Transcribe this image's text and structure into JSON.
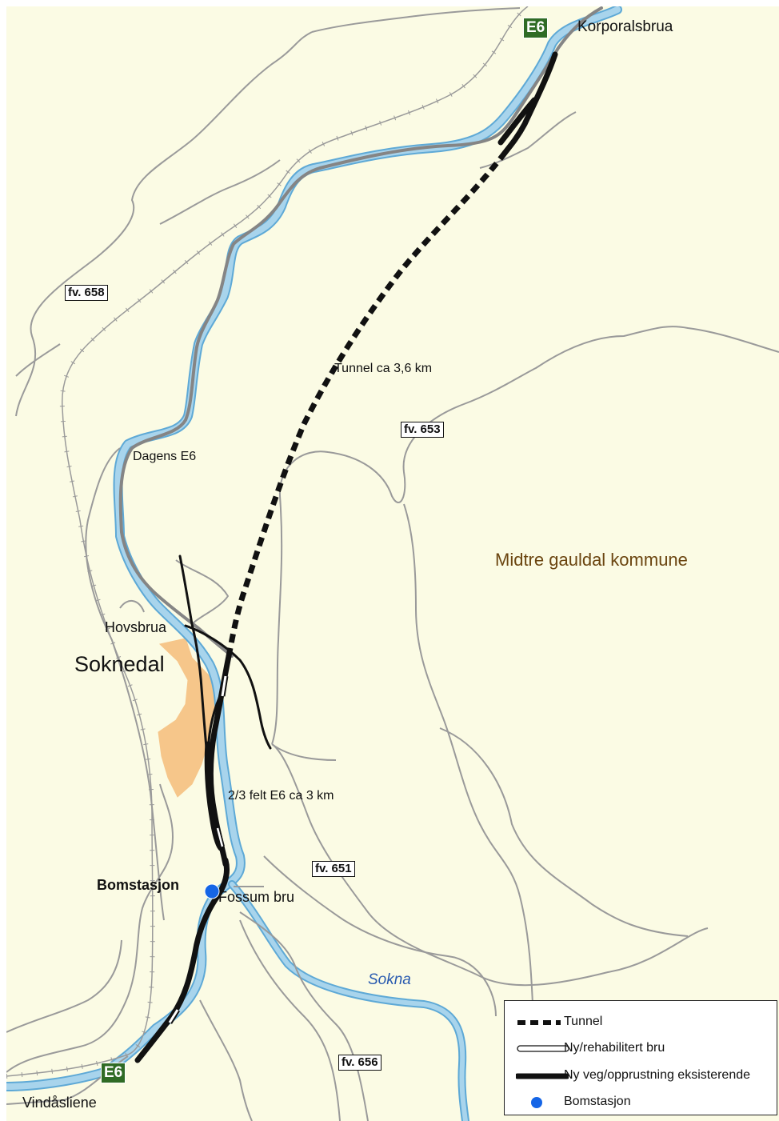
{
  "map": {
    "place_labels": {
      "korporalsbrua": "Korporalsbrua",
      "tunnel_note": "Tunnel ca 3,6 km",
      "dagens_e6": "Dagens E6",
      "hovsbrua": "Hovsbrua",
      "soknedal": "Soknedal",
      "felt_note": "2/3 felt E6 ca 3 km",
      "bomstasjon": "Bomstasjon",
      "fossum_bru": "Fossum bru",
      "sokna": "Sokna",
      "vindasliene": "Vindåsliene",
      "kommune": "Midtre gauldal kommune"
    },
    "road_shields": {
      "fv658": "fv. 658",
      "fv653": "fv. 653",
      "fv651": "fv. 651",
      "fv656": "fv. 656",
      "e6_top": "E6",
      "e6_bottom": "E6"
    },
    "legend": {
      "tunnel": "Tunnel",
      "bridge": "Ny/rehabilitert bru",
      "new_road": "Ny veg/opprustning eksisterende",
      "toll": "Bomstasjon"
    },
    "colors": {
      "land": "#fbfbe4",
      "river": "#a8d4ec",
      "river_edge": "#5ea9d6",
      "road": "#8a8a8a",
      "e6_shield": "#2f6b25",
      "settlement": "#f6c68a",
      "toll": "#1565e6",
      "kommune_text": "#6b4510",
      "sokna_text": "#2a5bb0"
    }
  }
}
